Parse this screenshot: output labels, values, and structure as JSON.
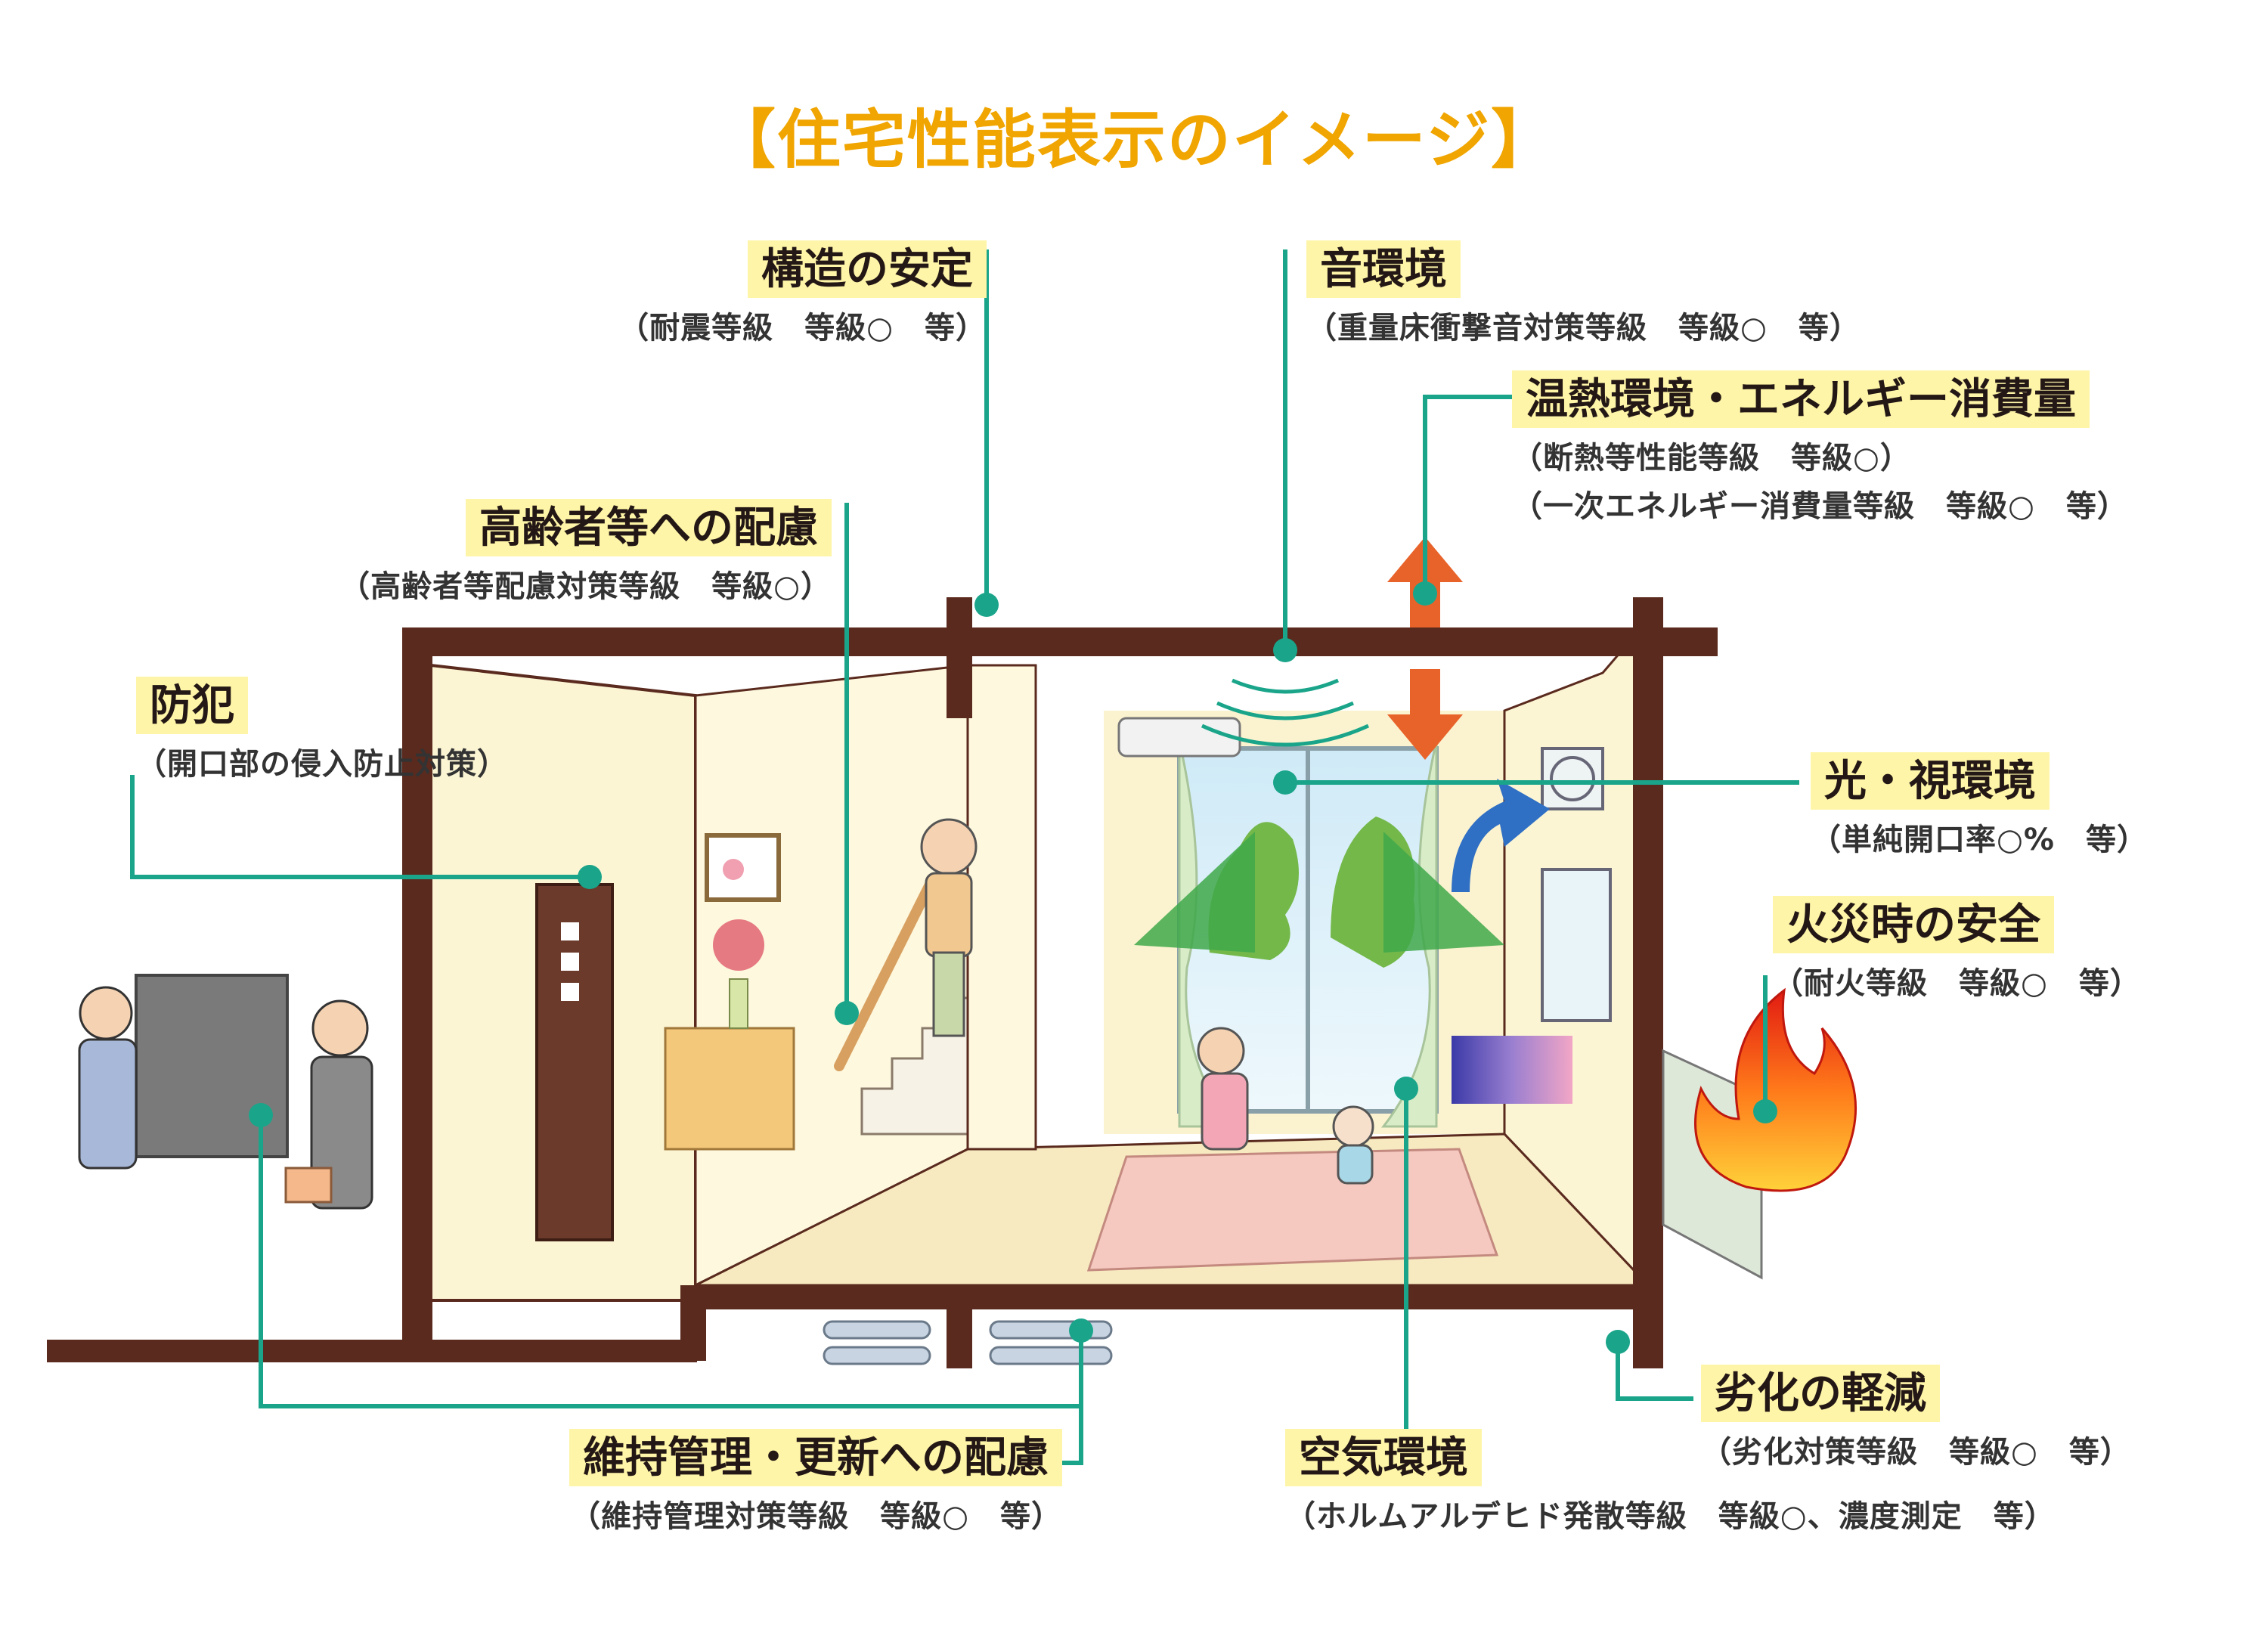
{
  "title": "【住宅性能表示のイメージ】",
  "labels": {
    "structure": {
      "heading": "構造の安定",
      "detail": "（耐震等級　等級○　等）"
    },
    "sound": {
      "heading": "音環境",
      "detail": "（重量床衝撃音対策等級　等級○　等）"
    },
    "thermal": {
      "heading": "温熱環境・エネルギー消費量",
      "detail": "（断熱等性能等級　等級○）",
      "detail2": "（一次エネルギー消費量等級　等級○　等）"
    },
    "elderly": {
      "heading": "高齢者等への配慮",
      "detail": "（高齢者等配慮対策等級　等級○）"
    },
    "crime": {
      "heading": "防犯",
      "detail": "（開口部の侵入防止対策）"
    },
    "light": {
      "heading": "光・視環境",
      "detail": "（単純開口率○%　等）"
    },
    "fire": {
      "heading": "火災時の安全",
      "detail": "（耐火等級　等級○　等）"
    },
    "maintenance": {
      "heading": "維持管理・更新への配慮",
      "detail": "（維持管理対策等級　等級○　等）"
    },
    "air": {
      "heading": "空気環境",
      "detail": "（ホルムアルデヒド発散等級　等級○、濃度測定　等）"
    },
    "deterioration": {
      "heading": "劣化の軽減",
      "detail": "（劣化対策等級　等級○　等）"
    }
  },
  "colors": {
    "title": "#f0a500",
    "label_bg": "#fff5a8",
    "leader": "#1aa58a",
    "wall": "#5a2a1e",
    "arrow": "#e8632a",
    "airflow": "#2f6fc4"
  }
}
